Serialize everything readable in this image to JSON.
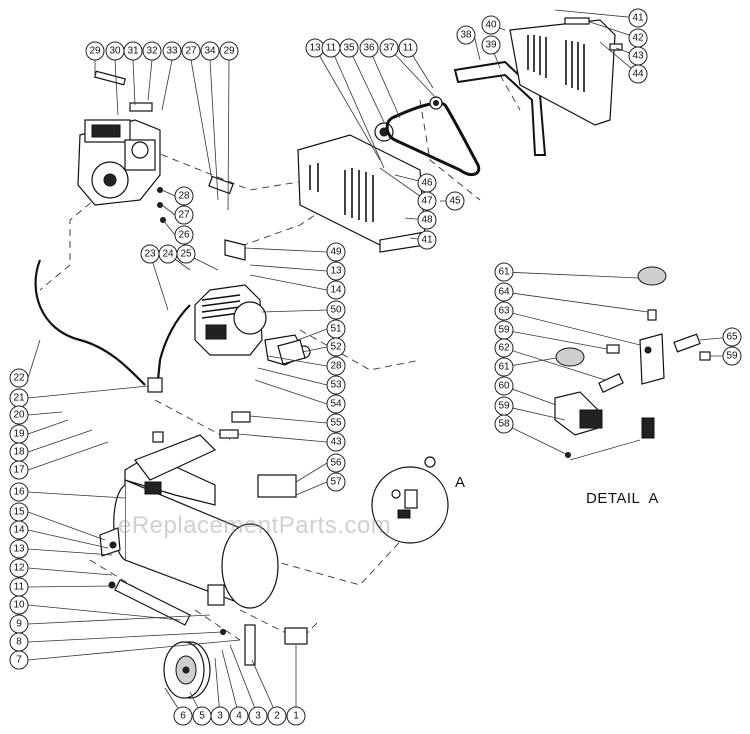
{
  "detail_label": "DETAIL  A",
  "detail_tag": "A",
  "watermark": "eReplacementParts.com",
  "callouts": [
    "1",
    "2",
    "3",
    "4",
    "5",
    "6",
    "7",
    "8",
    "9",
    "10",
    "11",
    "12",
    "13",
    "14",
    "15",
    "16",
    "17",
    "18",
    "19",
    "20",
    "21",
    "22",
    "23",
    "24",
    "25",
    "26",
    "27",
    "28",
    "29",
    "30",
    "31",
    "32",
    "33",
    "34",
    "35",
    "36",
    "37",
    "38",
    "39",
    "40",
    "41",
    "42",
    "43",
    "44",
    "45",
    "46",
    "47",
    "48",
    "49",
    "50",
    "51",
    "52",
    "53",
    "54",
    "55",
    "56",
    "57",
    "58",
    "59",
    "60",
    "61",
    "62",
    "63",
    "64",
    "65"
  ]
}
